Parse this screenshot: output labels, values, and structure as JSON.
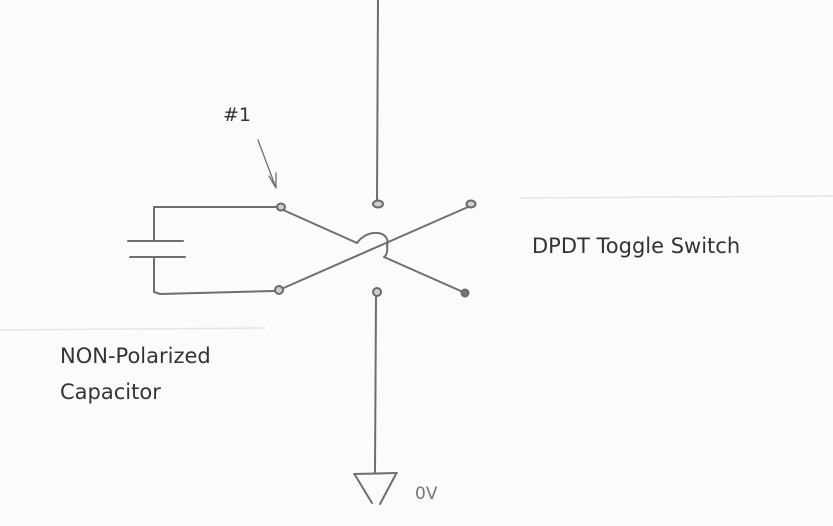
{
  "labels": {
    "terminal_marker": "#1",
    "switch": "DPDT Toggle Switch",
    "capacitor_line1": "NON-Polarized",
    "capacitor_line2": "Capacitor",
    "ground": "0V"
  }
}
